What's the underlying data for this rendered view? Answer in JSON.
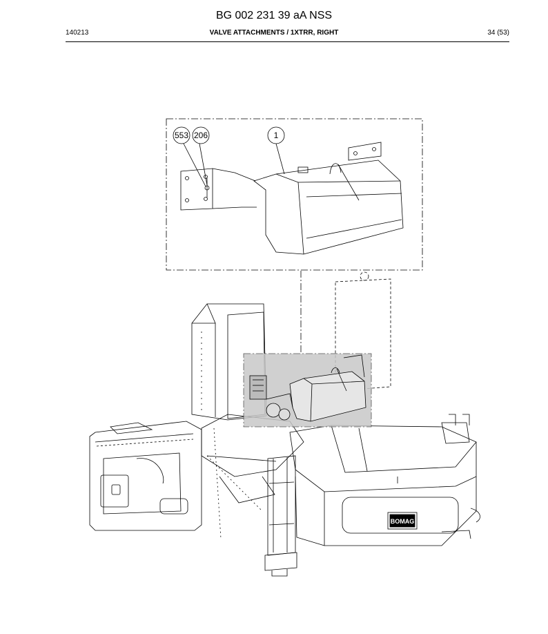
{
  "header": {
    "doc_number": "BG 002 231 39 aA NSS",
    "date_code": "140213",
    "section_title": "VALVE ATTACHMENTS / 1XTRR, RIGHT",
    "page": "34 (53)"
  },
  "callouts": [
    "553",
    "206",
    "1"
  ],
  "machine_badge": "BOMAG",
  "colors": {
    "line": "#000000",
    "highlight": "#c8c8c8"
  }
}
